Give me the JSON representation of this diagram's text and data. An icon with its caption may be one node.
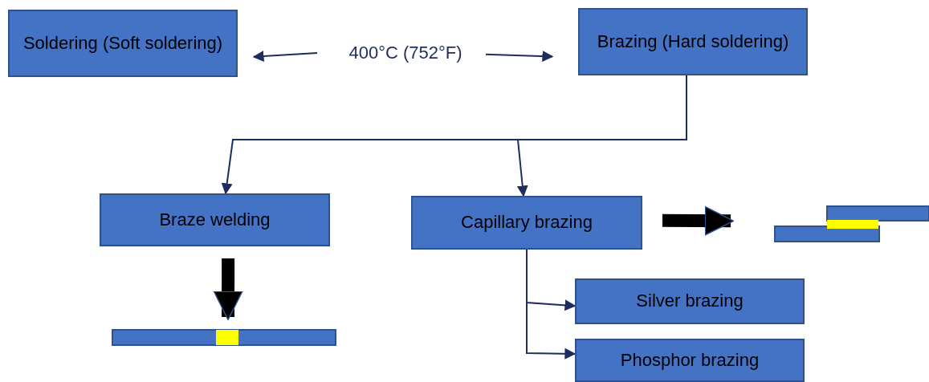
{
  "diagram": {
    "nodes": [
      {
        "text": [
          "Soldering (Soft soldering)"
        ]
      },
      {
        "text": [
          "400°C (752°F)"
        ]
      },
      {
        "text": [
          "Brazing (Hard soldering)"
        ]
      },
      {
        "text": [
          "Braze welding"
        ]
      },
      {
        "text": [
          "Capillary brazing"
        ]
      },
      {
        "text": [],
        "shape": "picture"
      },
      {
        "text": [],
        "shape": "picture"
      },
      {
        "text": [
          "Silver brazing"
        ]
      },
      {
        "text": [
          "Phosphor brazing"
        ]
      }
    ],
    "edges": [
      {
        "from": 1,
        "to": 0,
        "arrow": "to"
      },
      {
        "from": 1,
        "to": 2,
        "arrow": "to"
      },
      {
        "from": 2,
        "to": 3,
        "arrow": "to"
      },
      {
        "from": 2,
        "to": 4,
        "arrow": "to"
      },
      {
        "from": 3,
        "to": 5,
        "arrow": "to",
        "style": "thick",
        "color": "#000000"
      },
      {
        "from": 4,
        "to": 6,
        "arrow": "to",
        "style": "thick",
        "color": "#000000"
      },
      {
        "from": 4,
        "to": 7,
        "arrow": "to"
      },
      {
        "from": 4,
        "to": 8,
        "arrow": "to"
      }
    ]
  }
}
